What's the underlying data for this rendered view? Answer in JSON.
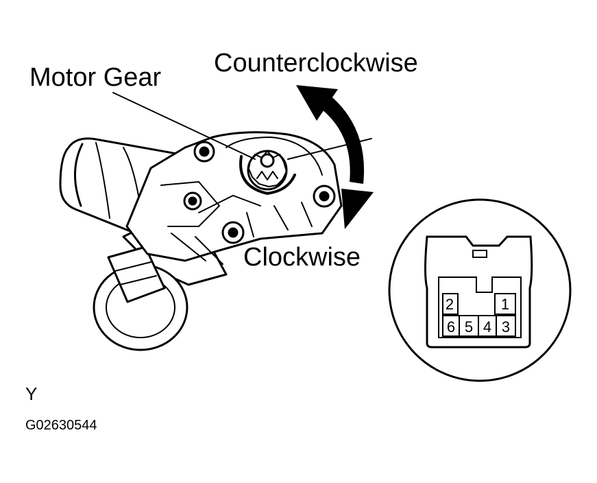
{
  "labels": {
    "motor_gear": "Motor Gear",
    "counterclockwise": "Counterclockwise",
    "clockwise": "Clockwise",
    "view_letter": "Y",
    "figure_code": "G02630544"
  },
  "connector": {
    "pins_top": [
      "2",
      "1"
    ],
    "pins_bottom": [
      "6",
      "5",
      "4",
      "3"
    ]
  },
  "colors": {
    "ink": "#000000",
    "paper": "#ffffff"
  }
}
